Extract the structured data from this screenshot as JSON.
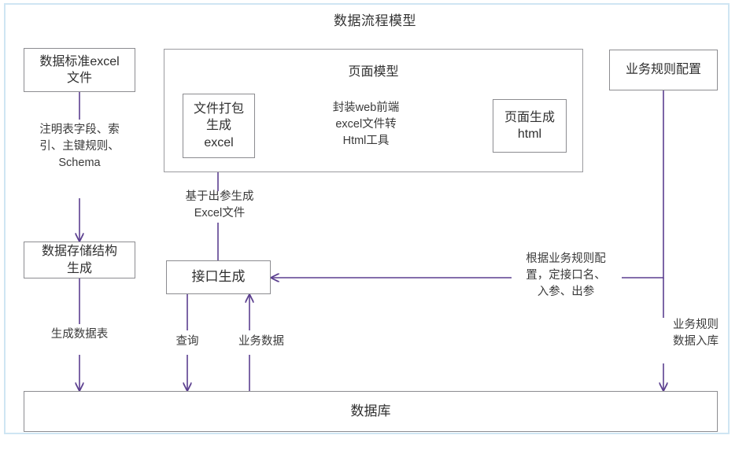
{
  "diagram": {
    "title": "数据流程模型",
    "type": "flowchart",
    "frame_color": "#cfe5f3",
    "line_color": "#5b3f8f",
    "box_border_color": "#8c8c90",
    "nodes": [
      {
        "id": "data-standard-excel",
        "label": "数据标准excel\n文件"
      },
      {
        "id": "page-model-container",
        "label": "页面模型"
      },
      {
        "id": "file-package-excel",
        "label": "文件打包\n生成\nexcel"
      },
      {
        "id": "page-generate-html",
        "label": "页面生成\nhtml"
      },
      {
        "id": "business-rule-config",
        "label": "业务规则配置"
      },
      {
        "id": "data-storage-structure",
        "label": "数据存储结构\n生成"
      },
      {
        "id": "interface-generate",
        "label": "接口生成"
      },
      {
        "id": "database",
        "label": "数据库"
      }
    ],
    "edge_labels": [
      {
        "id": "schema-note",
        "text": "注明表字段、索\n引、主键规则、\nSchema"
      },
      {
        "id": "web-front-tool",
        "text": "封装web前端\nexcel文件转\nHtml工具"
      },
      {
        "id": "excel-from-output",
        "text": "基于出参生成\nExcel文件"
      },
      {
        "id": "rule-based-interface",
        "text": "根据业务规则配\n置，定接口名、\n入参、出参"
      },
      {
        "id": "generate-data-table",
        "text": "生成数据表"
      },
      {
        "id": "query",
        "text": "查询"
      },
      {
        "id": "business-data",
        "text": "业务数据"
      },
      {
        "id": "rule-data-into-db",
        "text": "业务规则\n数据入库"
      }
    ]
  }
}
